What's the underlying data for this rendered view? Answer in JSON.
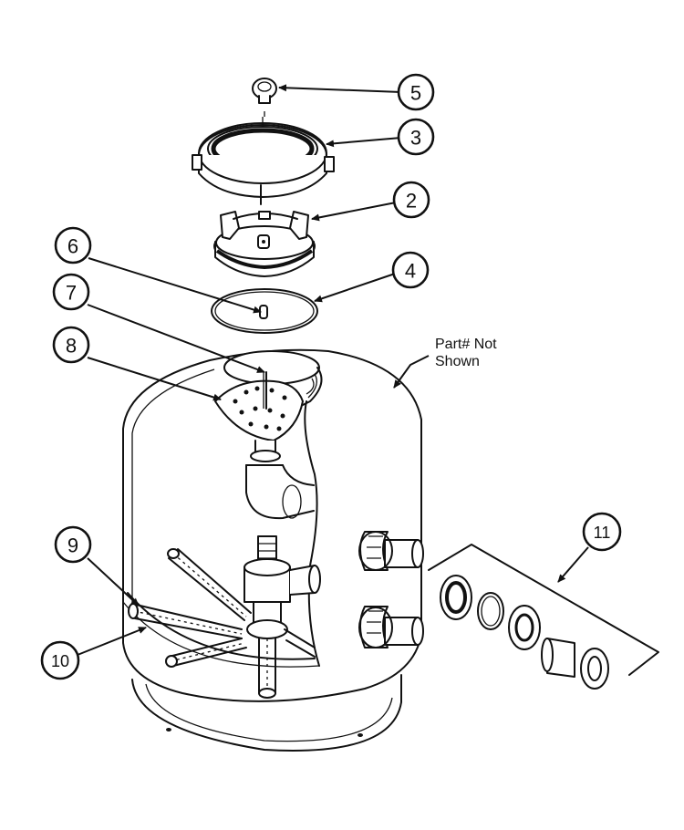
{
  "callouts": [
    {
      "id": "c5",
      "label": "5"
    },
    {
      "id": "c3",
      "label": "3"
    },
    {
      "id": "c2",
      "label": "2"
    },
    {
      "id": "c6",
      "label": "6"
    },
    {
      "id": "c4",
      "label": "4"
    },
    {
      "id": "c7",
      "label": "7"
    },
    {
      "id": "c8",
      "label": "8"
    },
    {
      "id": "c9",
      "label": "9"
    },
    {
      "id": "c10",
      "label": "10"
    },
    {
      "id": "c11",
      "label": "11"
    }
  ],
  "note": {
    "line1": "Part# Not",
    "line2": "Shown"
  }
}
